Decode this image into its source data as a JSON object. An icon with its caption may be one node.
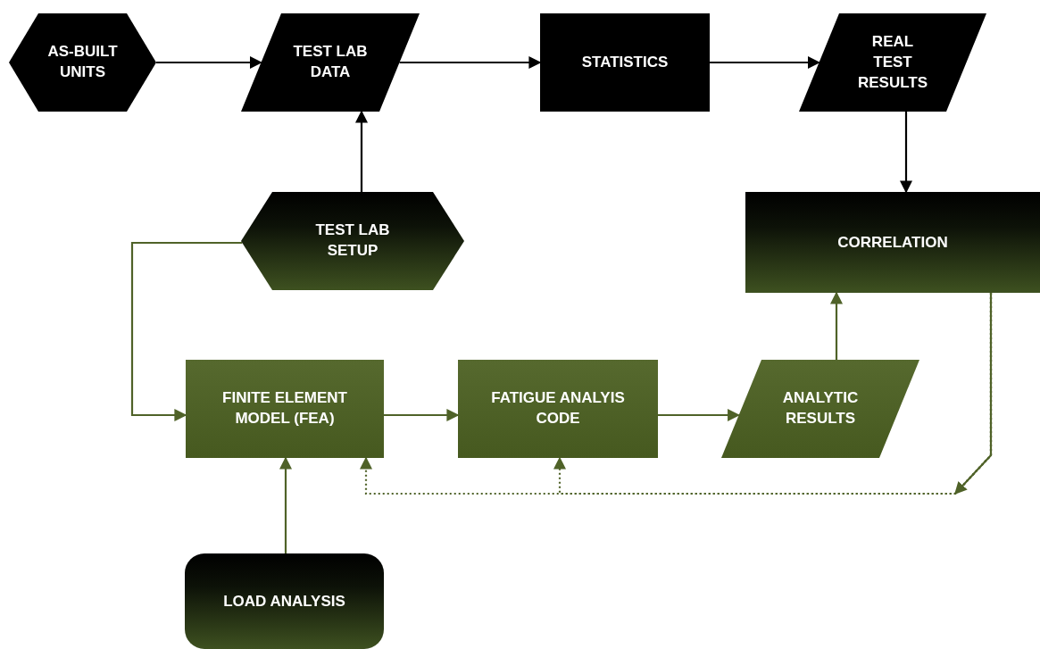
{
  "diagram": {
    "nodes": [
      {
        "text": [
          "AS-BUILT UNITS"
        ]
      },
      {
        "text": [
          "TEST LAB DATA"
        ]
      },
      {
        "text": [
          "STATISTICS"
        ]
      },
      {
        "text": [
          "REAL TEST RESULTS"
        ]
      },
      {
        "text": [
          "TEST LAB SETUP"
        ]
      },
      {
        "text": [
          "CORRELATION"
        ]
      },
      {
        "text": [
          "FINITE ELEMENT MODEL (FEA)"
        ]
      },
      {
        "text": [
          "FATIGUE ANALYIS CODE"
        ]
      },
      {
        "text": [
          "ANALYTIC RESULTS"
        ]
      },
      {
        "text": [
          "LOAD ANALYSIS"
        ]
      }
    ],
    "edges": [
      {
        "from": 0,
        "to": 1,
        "arrow": "to",
        "color": "#000000"
      },
      {
        "from": 1,
        "to": 2,
        "arrow": "to",
        "color": "#000000"
      },
      {
        "from": 2,
        "to": 3,
        "arrow": "to",
        "color": "#000000"
      },
      {
        "from": 4,
        "to": 1,
        "arrow": "to",
        "color": "#000000"
      },
      {
        "from": 3,
        "to": 5,
        "arrow": "to",
        "color": "#000000"
      },
      {
        "from": 4,
        "to": 6,
        "arrow": "to"
      },
      {
        "from": 6,
        "to": 7,
        "arrow": "to"
      },
      {
        "from": 7,
        "to": 8,
        "arrow": "to"
      },
      {
        "from": 8,
        "to": 5,
        "arrow": "to"
      },
      {
        "from": 9,
        "to": 6,
        "arrow": "to"
      },
      {
        "from": 5,
        "to": 6,
        "arrow": "to",
        "style": "dashed"
      },
      {
        "from": 5,
        "to": 7,
        "arrow": "to",
        "style": "dashed"
      }
    ]
  }
}
